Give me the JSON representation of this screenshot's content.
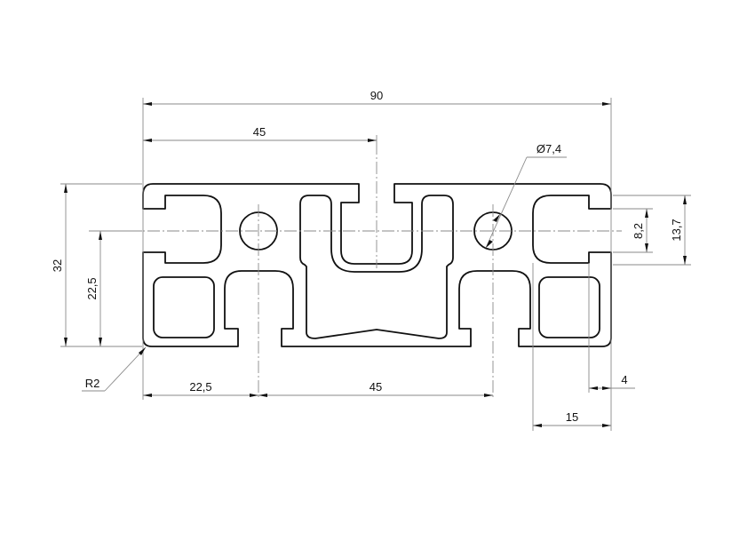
{
  "drawing": {
    "subject": "aluminium extrusion profile cross-section",
    "units": "mm",
    "line_color": "#111111",
    "dimension_line_color": "#8a8a8a",
    "background": "#ffffff"
  },
  "dimensions": {
    "overall_width": "90",
    "half_width": "45",
    "hole_diameter": "Ø7,4",
    "overall_height": "32",
    "center_height": "22,5",
    "corner_radius": "R2",
    "left_to_hole": "22,5",
    "hole_spacing": "45",
    "slot_opening": "8,2",
    "slot_width": "13,7",
    "wall_thickness": "4",
    "slot_depth": "15"
  }
}
